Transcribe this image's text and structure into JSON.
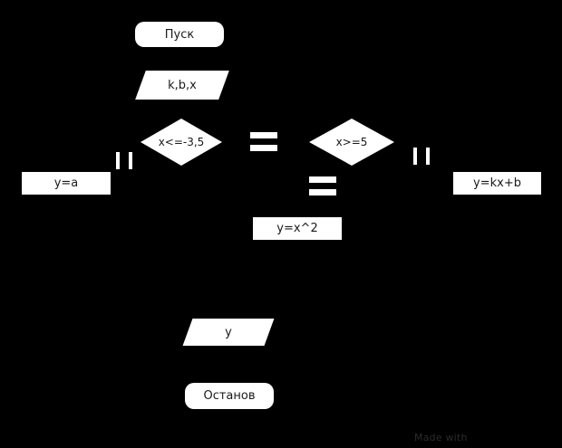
{
  "diagram": {
    "type": "flowchart",
    "language": "ru",
    "background_color": "#000000",
    "shape_fill_color": "#ffffff",
    "text_color": "#1a1a1a",
    "nodes": [
      {
        "id": "start",
        "shape": "terminator",
        "label": "Пуск"
      },
      {
        "id": "input",
        "shape": "io",
        "label": "k,b,x"
      },
      {
        "id": "cond1",
        "shape": "decision",
        "label": "x<=-3,5"
      },
      {
        "id": "cond2",
        "shape": "decision",
        "label": "x>=5"
      },
      {
        "id": "assign_a",
        "shape": "process",
        "label": "y=a"
      },
      {
        "id": "assign_sq",
        "shape": "process",
        "label": "y=x^2"
      },
      {
        "id": "assign_kx",
        "shape": "process",
        "label": "y=kx+b"
      },
      {
        "id": "output",
        "shape": "io",
        "label": "y"
      },
      {
        "id": "stop",
        "shape": "terminator",
        "label": "Останов"
      }
    ]
  },
  "watermark": {
    "text": "Made with"
  }
}
